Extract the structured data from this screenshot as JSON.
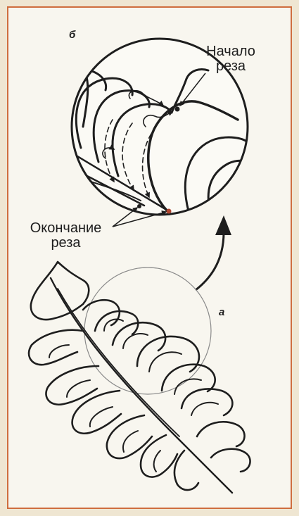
{
  "labels": {
    "panel_b": "б",
    "panel_a": "а",
    "cut_start_line1": "Начало",
    "cut_start_line2": "реза",
    "cut_end_line1": "Окончание",
    "cut_end_line2": "реза"
  },
  "colors": {
    "background": "#efe6d2",
    "frame_border": "#cf6d3e",
    "paper": "#f8f6ef",
    "ink": "#1e1e1e",
    "guide_circle": "#8a8a8a",
    "cut_point": "#b0452f"
  },
  "icons": {
    "transfer_arrow": "curved-up-arrow-icon"
  }
}
